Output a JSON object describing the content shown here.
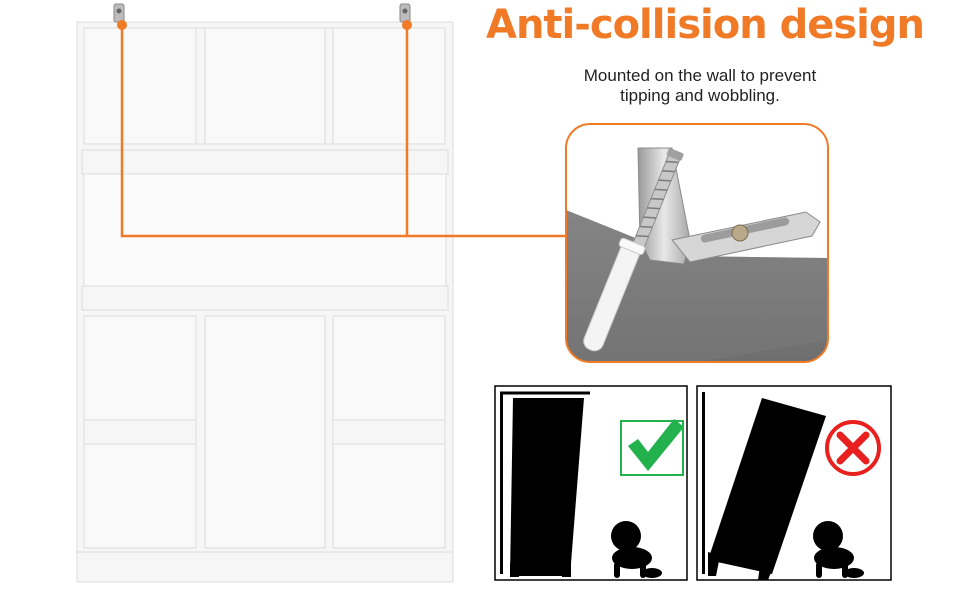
{
  "headline": {
    "title": "Anti-collision design",
    "line1": "Mounted on the wall to prevent",
    "line2": "tipping and wobbling."
  },
  "colors": {
    "accent": "#f07a26",
    "check_green": "#22b14c",
    "cross_red": "#e8201e",
    "silhouette": "#000000",
    "cabinet": "#f6f6f6",
    "cabinet_line": "#dcdcdc"
  },
  "icons": {
    "correct": "check-mark-icon",
    "wrong": "cross-circle-icon",
    "child": "baby-crawling-icon"
  }
}
